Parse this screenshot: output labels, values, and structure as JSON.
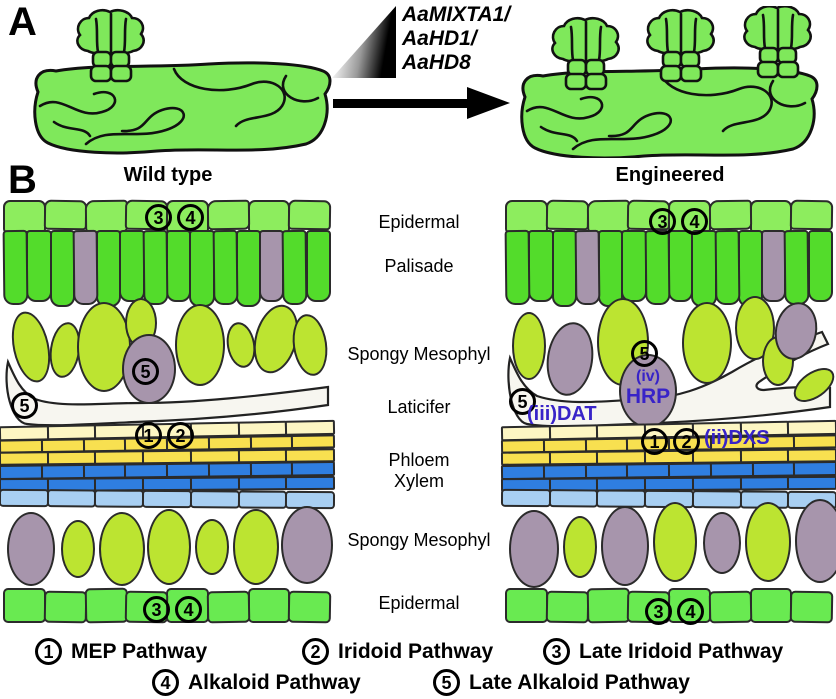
{
  "panel_a": {
    "label": "A",
    "genes": [
      "AaMIXTA1/",
      "AaHD1/",
      "AaHD8"
    ]
  },
  "panel_b": {
    "label": "B",
    "wild_title": "Wild type",
    "engineered_title": "Engineered",
    "layer_labels": [
      "Epidermal",
      "Palisade",
      "Spongy Mesophyl",
      "Laticifer",
      "Phloem",
      "Xylem",
      "Spongy Mesophyl",
      "Epidermal"
    ],
    "annotations": {
      "hrp_line1": "(iv)",
      "hrp_line2": "HRP",
      "dat": "(iii)DAT",
      "dxs": "(ii)DXS"
    }
  },
  "markers": {
    "one": "1",
    "two": "2",
    "three": "3",
    "four": "4",
    "five": "5"
  },
  "legend": {
    "items": [
      {
        "num": "1",
        "label": "MEP Pathway"
      },
      {
        "num": "2",
        "label": "Iridoid Pathway"
      },
      {
        "num": "3",
        "label": "Late Iridoid Pathway"
      },
      {
        "num": "4",
        "label": "Alkaloid Pathway"
      },
      {
        "num": "5",
        "label": "Late Alkaloid Pathway"
      }
    ]
  },
  "colors": {
    "leaf_green": "#7fe85b",
    "epidermal_top": "#8ded5e",
    "palisade_green": "#53dc2b",
    "purple_cell": "#a795ac",
    "spongy_green": "#bce431",
    "laticifer_white": "#f7f6f0",
    "phloem_light": "#fdf6c3",
    "phloem_dark": "#f8e050",
    "xylem_dark": "#2f7ee0",
    "xylem_light": "#a8cff2",
    "epidermal_bottom": "#69ea51",
    "annotation_blue": "#3823c8"
  }
}
